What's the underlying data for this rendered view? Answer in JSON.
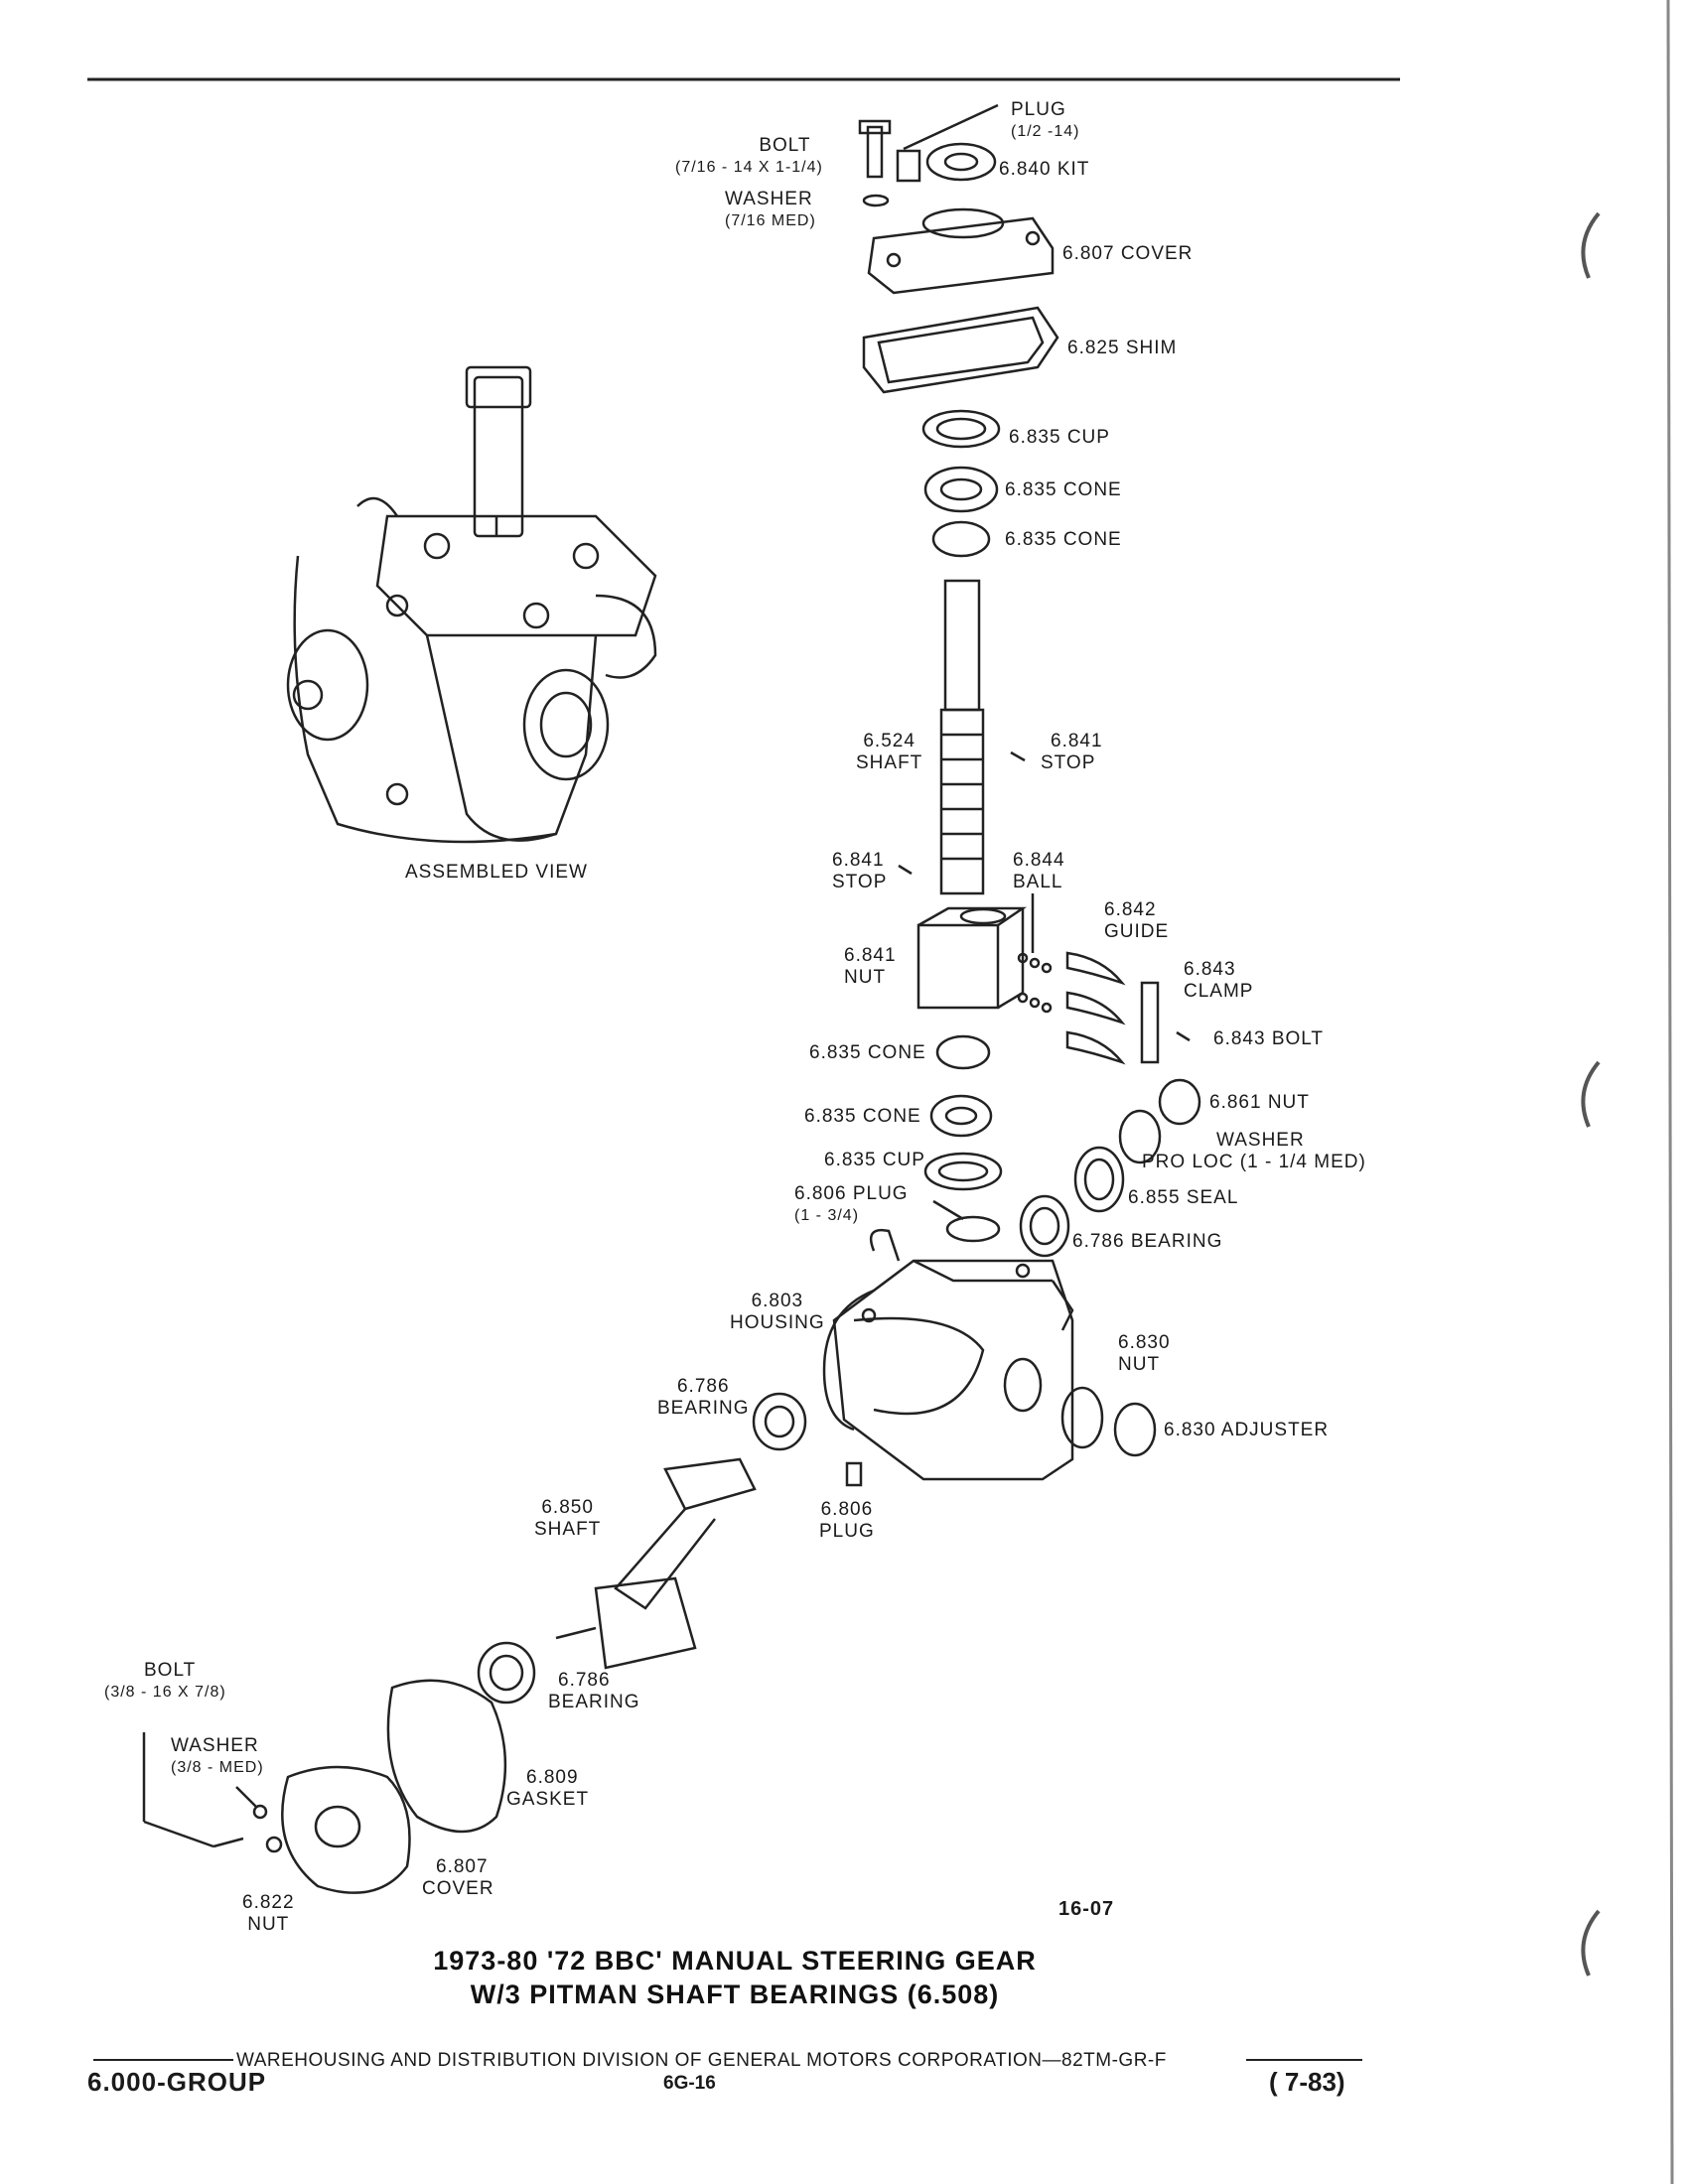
{
  "header": {},
  "assembled_view": {
    "caption": "ASSEMBLED VIEW"
  },
  "parts": {
    "plug_top": {
      "line1": "PLUG",
      "line2": "(1/2 -14)"
    },
    "bolt_top": {
      "line1": "BOLT",
      "line2": "(7/16 - 14 x 1-1/4)"
    },
    "washer_top": {
      "line1": "WASHER",
      "line2": "(7/16 Med)"
    },
    "kit": "6.840 KIT",
    "cover_top": "6.807 COVER",
    "shim": "6.825 SHIM",
    "cup_top": "6.835 CUP",
    "cone_top1": "6.835 CONE",
    "cone_top2": "6.835 CONE",
    "shaft_main": {
      "line1": "6.524",
      "line2": "SHAFT"
    },
    "stop_right": {
      "line1": "6.841",
      "line2": "STOP"
    },
    "stop_left": {
      "line1": "6.841",
      "line2": "STOP"
    },
    "ball": {
      "line1": "6.844",
      "line2": "BALL"
    },
    "guide": {
      "line1": "6.842",
      "line2": "GUIDE"
    },
    "nut_ball": {
      "line1": "6.841",
      "line2": "NUT"
    },
    "clamp": {
      "line1": "6.843",
      "line2": "CLAMP"
    },
    "clamp_bolt": "6.843 BOLT",
    "cone_lower1": "6.835 CONE",
    "nut_861": "6.861 NUT",
    "cone_lower2": "6.835 CONE",
    "washer_pro": {
      "line1": "WASHER",
      "line2": "PRO LOC (1 - 1/4 Med)"
    },
    "cup_lower": "6.835 CUP",
    "seal": "6.855 SEAL",
    "plug_806": {
      "line1": "6.806 PLUG",
      "line2": "(1 - 3/4)"
    },
    "bearing_right": "6.786 BEARING",
    "housing": {
      "line1": "6.803",
      "line2": "HOUSING"
    },
    "nut_830": {
      "line1": "6.830",
      "line2": "NUT"
    },
    "bearing_left": {
      "line1": "6.786",
      "line2": "BEARING"
    },
    "adjuster": "6.830 ADJUSTER",
    "shaft_pitman": {
      "line1": "6.850",
      "line2": "SHAFT"
    },
    "plug_small": {
      "line1": "6.806",
      "line2": "PLUG"
    },
    "bolt_bottom": {
      "line1": "BOLT",
      "line2": "(3/8 - 16 x 7/8)"
    },
    "bearing_bottom": {
      "line1": "6.786",
      "line2": "BEARING"
    },
    "washer_bottom": {
      "line1": "WASHER",
      "line2": "(3/8 - Med)"
    },
    "gasket": {
      "line1": "6.809",
      "line2": "GASKET"
    },
    "cover_bottom": {
      "line1": "6.807",
      "line2": "COVER"
    },
    "nut_822": {
      "line1": "6.822",
      "line2": "NUT"
    }
  },
  "figure_number": "16-07",
  "title": {
    "line1": "1973-80 '72 BBC' MANUAL STEERING GEAR",
    "line2": "W/3 PITMAN SHAFT BEARINGS (6.508)"
  },
  "footer": {
    "line": "WAREHOUSING AND DISTRIBUTION  DIVISION OF GENERAL MOTORS CORPORATION—82TM-GR-F",
    "group": "6.000-GROUP",
    "page": "6G-16",
    "date": "( 7-83)"
  }
}
